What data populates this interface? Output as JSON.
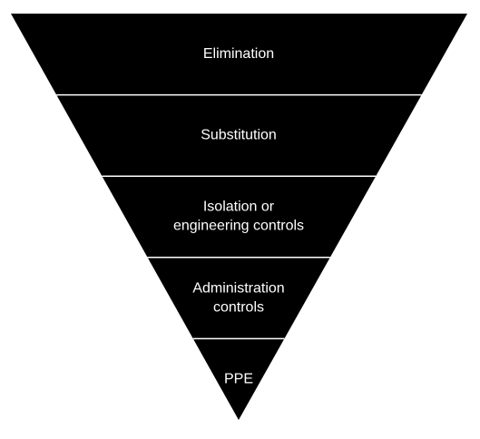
{
  "diagram": {
    "colors": {
      "fill": "#000000",
      "divider": "#ffffff",
      "text": "#ffffff"
    },
    "levels": [
      {
        "lines": [
          "Elimination"
        ]
      },
      {
        "lines": [
          "Substitution"
        ]
      },
      {
        "lines": [
          "Isolation or",
          "engineering controls"
        ]
      },
      {
        "lines": [
          "Administration",
          "controls"
        ]
      },
      {
        "lines": [
          "PPE"
        ]
      }
    ]
  }
}
